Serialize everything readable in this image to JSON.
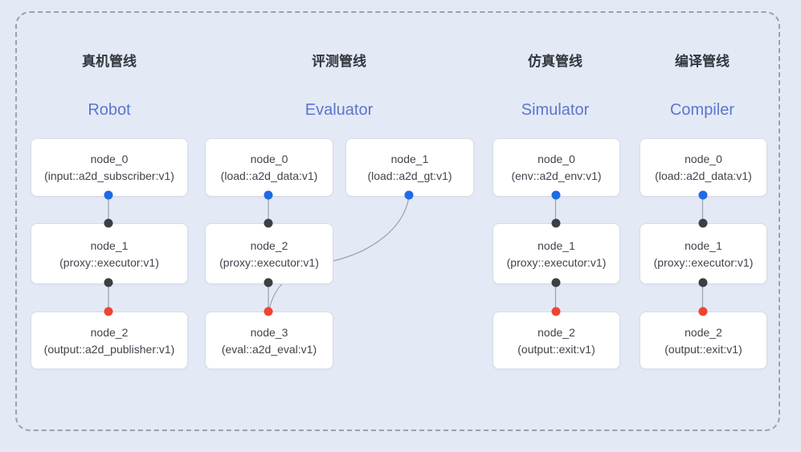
{
  "colors": {
    "background": "#e4e9f6",
    "frame_dash": "#9aa2ae",
    "node_bg": "#ffffff",
    "node_border": "#d8dce4",
    "node_text": "#3f444c",
    "title_zh": "#33373e",
    "title_en": "#5b77cb",
    "edge": "#9aa1ac",
    "dot_blue": "#1f6ae5",
    "dot_black": "#3c3f43",
    "dot_red": "#ee4432"
  },
  "pipelines": [
    {
      "title_zh": "真机管线",
      "title_en": "Robot",
      "nodes": [
        {
          "name": "node_0",
          "detail": "(input::a2d_subscriber:v1)"
        },
        {
          "name": "node_1",
          "detail": "(proxy::executor:v1)"
        },
        {
          "name": "node_2",
          "detail": "(output::a2d_publisher:v1)"
        }
      ]
    },
    {
      "title_zh": "评测管线",
      "title_en": "Evaluator",
      "nodes": [
        {
          "name": "node_0",
          "detail": "(load::a2d_data:v1)"
        },
        {
          "name": "node_1",
          "detail": "(load::a2d_gt:v1)"
        },
        {
          "name": "node_2",
          "detail": "(proxy::executor:v1)"
        },
        {
          "name": "node_3",
          "detail": "(eval::a2d_eval:v1)"
        }
      ]
    },
    {
      "title_zh": "仿真管线",
      "title_en": "Simulator",
      "nodes": [
        {
          "name": "node_0",
          "detail": "(env::a2d_env:v1)"
        },
        {
          "name": "node_1",
          "detail": "(proxy::executor:v1)"
        },
        {
          "name": "node_2",
          "detail": "(output::exit:v1)"
        }
      ]
    },
    {
      "title_zh": "编译管线",
      "title_en": "Compiler",
      "nodes": [
        {
          "name": "node_0",
          "detail": "(load::a2d_data:v1)"
        },
        {
          "name": "node_1",
          "detail": "(proxy::executor:v1)"
        },
        {
          "name": "node_2",
          "detail": "(output::exit:v1)"
        }
      ]
    }
  ]
}
